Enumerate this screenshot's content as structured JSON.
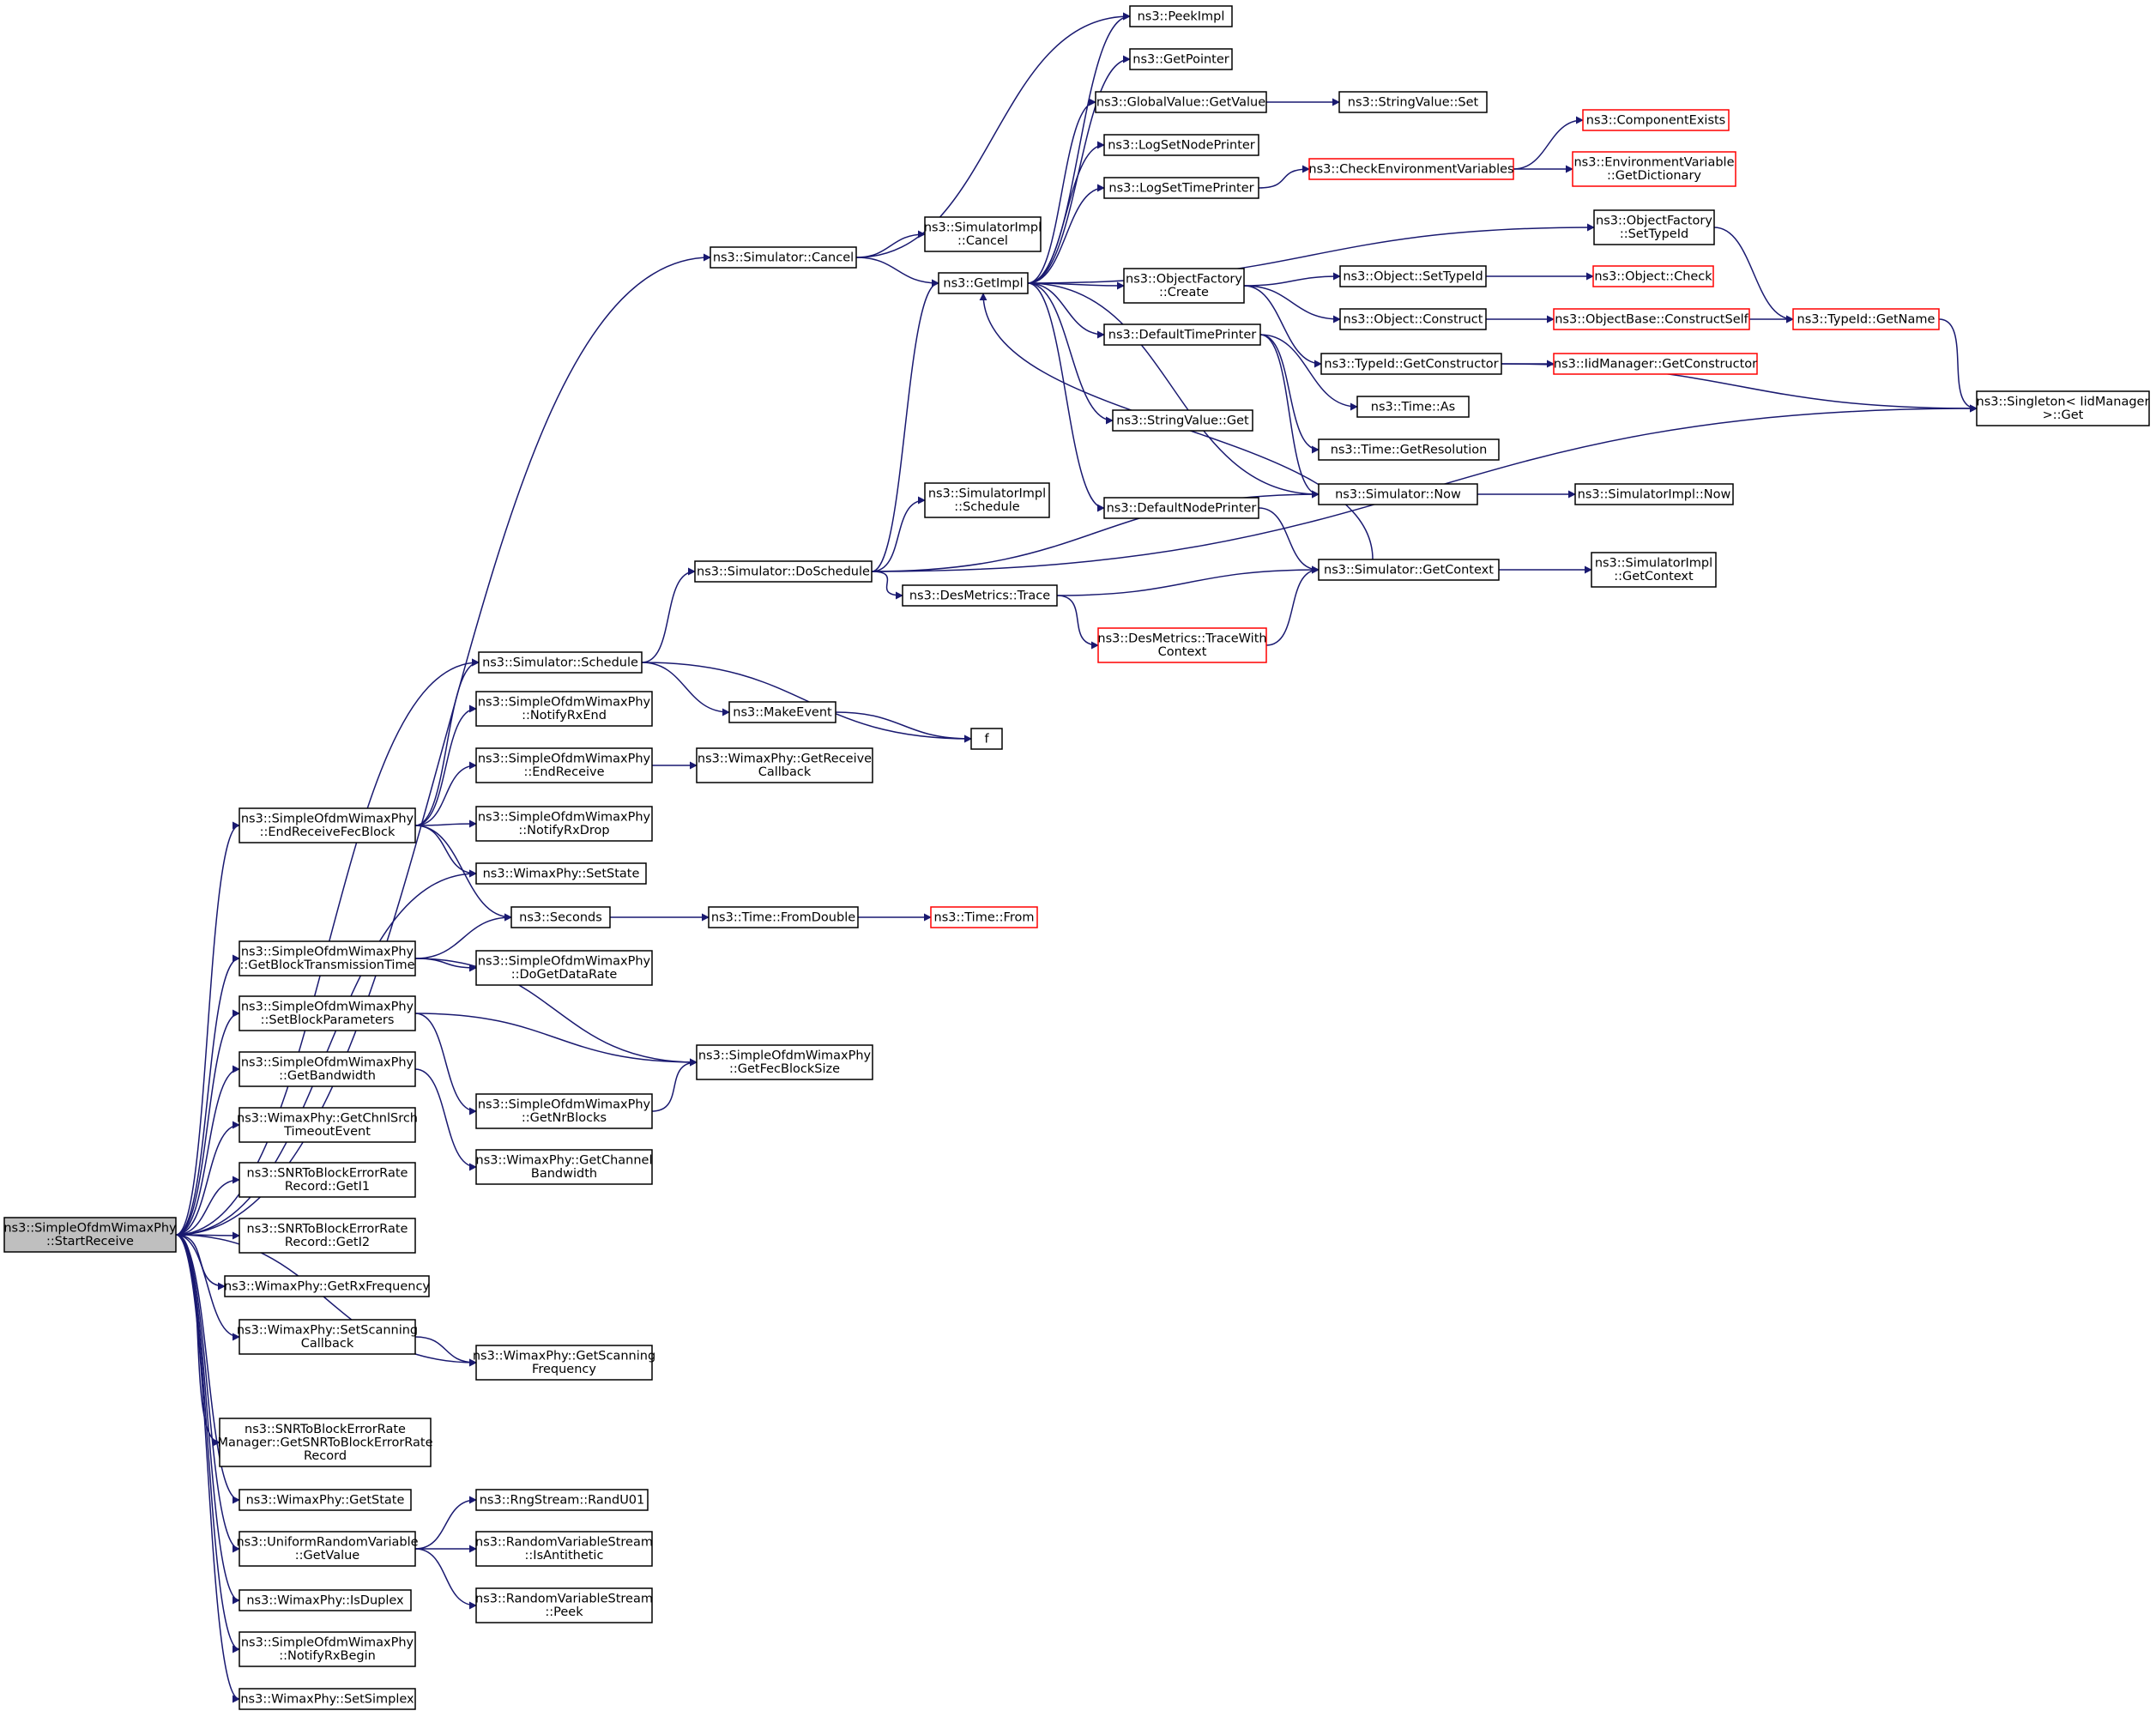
{
  "graph": {
    "title": "",
    "colors": {
      "edge": "#191970",
      "node_border": "#000000",
      "node_border_truncated": "#ff0000",
      "node_fill": "#ffffff",
      "root_fill": "#bfbfbf"
    },
    "nodes": [
      {
        "id": "start",
        "lines": [
          "ns3::SimpleOfdmWimaxPhy",
          "::StartReceive"
        ],
        "root": true
      },
      {
        "id": "cancel",
        "lines": [
          "ns3::Simulator::Cancel"
        ]
      },
      {
        "id": "getimpl",
        "lines": [
          "ns3::GetImpl"
        ]
      },
      {
        "id": "peekimpl",
        "lines": [
          "ns3::PeekImpl"
        ]
      },
      {
        "id": "getpointer",
        "lines": [
          "ns3::GetPointer"
        ]
      },
      {
        "id": "gv_getvalue",
        "lines": [
          "ns3::GlobalValue::GetValue"
        ]
      },
      {
        "id": "strval_set",
        "lines": [
          "ns3::StringValue::Set"
        ]
      },
      {
        "id": "logsetnode",
        "lines": [
          "ns3::LogSetNodePrinter"
        ]
      },
      {
        "id": "logsettime",
        "lines": [
          "ns3::LogSetTimePrinter"
        ]
      },
      {
        "id": "checkenv",
        "lines": [
          "ns3::CheckEnvironmentVariables"
        ],
        "red": true
      },
      {
        "id": "compexists",
        "lines": [
          "ns3::ComponentExists"
        ],
        "red": true
      },
      {
        "id": "envdict",
        "lines": [
          "ns3::EnvironmentVariable",
          "::GetDictionary"
        ],
        "red": true
      },
      {
        "id": "simimpl_cancel",
        "lines": [
          "ns3::SimulatorImpl",
          "::Cancel"
        ]
      },
      {
        "id": "of_settypeid",
        "lines": [
          "ns3::ObjectFactory",
          "::SetTypeId"
        ]
      },
      {
        "id": "of_create",
        "lines": [
          "ns3::ObjectFactory",
          "::Create"
        ]
      },
      {
        "id": "obj_settypeid",
        "lines": [
          "ns3::Object::SetTypeId"
        ]
      },
      {
        "id": "obj_check",
        "lines": [
          "ns3::Object::Check"
        ],
        "red": true
      },
      {
        "id": "obj_construct",
        "lines": [
          "ns3::Object::Construct"
        ]
      },
      {
        "id": "objbase_cs",
        "lines": [
          "ns3::ObjectBase::ConstructSelf"
        ],
        "red": true
      },
      {
        "id": "typeid_getname",
        "lines": [
          "ns3::TypeId::GetName"
        ],
        "red": true
      },
      {
        "id": "deftimeprinter",
        "lines": [
          "ns3::DefaultTimePrinter"
        ]
      },
      {
        "id": "typeid_getctor",
        "lines": [
          "ns3::TypeId::GetConstructor"
        ]
      },
      {
        "id": "iidmgr_getctor",
        "lines": [
          "ns3::IidManager::GetConstructor"
        ],
        "red": true
      },
      {
        "id": "singleton_get",
        "lines": [
          "ns3::Singleton< IidManager",
          ">::Get"
        ]
      },
      {
        "id": "time_as",
        "lines": [
          "ns3::Time::As"
        ]
      },
      {
        "id": "strval_get",
        "lines": [
          "ns3::StringValue::Get"
        ]
      },
      {
        "id": "time_getres",
        "lines": [
          "ns3::Time::GetResolution"
        ]
      },
      {
        "id": "sim_now",
        "lines": [
          "ns3::Simulator::Now"
        ]
      },
      {
        "id": "simimpl_now",
        "lines": [
          "ns3::SimulatorImpl::Now"
        ]
      },
      {
        "id": "simimpl_sched",
        "lines": [
          "ns3::SimulatorImpl",
          "::Schedule"
        ]
      },
      {
        "id": "defnodeprinter",
        "lines": [
          "ns3::DefaultNodePrinter"
        ]
      },
      {
        "id": "sim_dosched",
        "lines": [
          "ns3::Simulator::DoSchedule"
        ]
      },
      {
        "id": "desm_trace",
        "lines": [
          "ns3::DesMetrics::Trace"
        ]
      },
      {
        "id": "sim_getctx",
        "lines": [
          "ns3::Simulator::GetContext"
        ]
      },
      {
        "id": "simimpl_getctx",
        "lines": [
          "ns3::SimulatorImpl",
          "::GetContext"
        ]
      },
      {
        "id": "desm_tracectx",
        "lines": [
          "ns3::DesMetrics::TraceWith",
          "Context"
        ],
        "red": true
      },
      {
        "id": "sim_sched",
        "lines": [
          "ns3::Simulator::Schedule"
        ]
      },
      {
        "id": "notifyrxend",
        "lines": [
          "ns3::SimpleOfdmWimaxPhy",
          "::NotifyRxEnd"
        ]
      },
      {
        "id": "makeevent",
        "lines": [
          "ns3::MakeEvent"
        ]
      },
      {
        "id": "f",
        "lines": [
          "f"
        ]
      },
      {
        "id": "endreceive",
        "lines": [
          "ns3::SimpleOfdmWimaxPhy",
          "::EndReceive"
        ]
      },
      {
        "id": "getrecvcb",
        "lines": [
          "ns3::WimaxPhy::GetReceive",
          "Callback"
        ]
      },
      {
        "id": "endrecvfec",
        "lines": [
          "ns3::SimpleOfdmWimaxPhy",
          "::EndReceiveFecBlock"
        ]
      },
      {
        "id": "notifyrxdrop",
        "lines": [
          "ns3::SimpleOfdmWimaxPhy",
          "::NotifyRxDrop"
        ]
      },
      {
        "id": "setstate",
        "lines": [
          "ns3::WimaxPhy::SetState"
        ]
      },
      {
        "id": "seconds",
        "lines": [
          "ns3::Seconds"
        ]
      },
      {
        "id": "fromdouble",
        "lines": [
          "ns3::Time::FromDouble"
        ]
      },
      {
        "id": "time_from",
        "lines": [
          "ns3::Time::From"
        ],
        "red": true
      },
      {
        "id": "getblocktx",
        "lines": [
          "ns3::SimpleOfdmWimaxPhy",
          "::GetBlockTransmissionTime"
        ]
      },
      {
        "id": "dogetdatarate",
        "lines": [
          "ns3::SimpleOfdmWimaxPhy",
          "::DoGetDataRate"
        ]
      },
      {
        "id": "setblockparams",
        "lines": [
          "ns3::SimpleOfdmWimaxPhy",
          "::SetBlockParameters"
        ]
      },
      {
        "id": "getfecblocksize",
        "lines": [
          "ns3::SimpleOfdmWimaxPhy",
          "::GetFecBlockSize"
        ]
      },
      {
        "id": "getbandwidth",
        "lines": [
          "ns3::SimpleOfdmWimaxPhy",
          "::GetBandwidth"
        ]
      },
      {
        "id": "getnrblocks",
        "lines": [
          "ns3::SimpleOfdmWimaxPhy",
          "::GetNrBlocks"
        ]
      },
      {
        "id": "getchnlsrch",
        "lines": [
          "ns3::WimaxPhy::GetChnlSrch",
          "TimeoutEvent"
        ]
      },
      {
        "id": "getchanbw",
        "lines": [
          "ns3::WimaxPhy::GetChannel",
          "Bandwidth"
        ]
      },
      {
        "id": "geti1",
        "lines": [
          "ns3::SNRToBlockErrorRate",
          "Record::GetI1"
        ]
      },
      {
        "id": "geti2",
        "lines": [
          "ns3::SNRToBlockErrorRate",
          "Record::GetI2"
        ]
      },
      {
        "id": "getrxfreq",
        "lines": [
          "ns3::WimaxPhy::GetRxFrequency"
        ]
      },
      {
        "id": "setscancb",
        "lines": [
          "ns3::WimaxPhy::SetScanning",
          "Callback"
        ]
      },
      {
        "id": "getscanfreq",
        "lines": [
          "ns3::WimaxPhy::GetScanning",
          "Frequency"
        ]
      },
      {
        "id": "getsnrrecord",
        "lines": [
          "ns3::SNRToBlockErrorRate",
          "Manager::GetSNRToBlockErrorRate",
          "Record"
        ]
      },
      {
        "id": "getstate",
        "lines": [
          "ns3::WimaxPhy::GetState"
        ]
      },
      {
        "id": "randu01",
        "lines": [
          "ns3::RngStream::RandU01"
        ]
      },
      {
        "id": "urv_getvalue",
        "lines": [
          "ns3::UniformRandomVariable",
          "::GetValue"
        ]
      },
      {
        "id": "isantithetic",
        "lines": [
          "ns3::RandomVariableStream",
          "::IsAntithetic"
        ]
      },
      {
        "id": "peek",
        "lines": [
          "ns3::RandomVariableStream",
          "::Peek"
        ]
      },
      {
        "id": "isduplex",
        "lines": [
          "ns3::WimaxPhy::IsDuplex"
        ]
      },
      {
        "id": "notifyrxbegin",
        "lines": [
          "ns3::SimpleOfdmWimaxPhy",
          "::NotifyRxBegin"
        ]
      },
      {
        "id": "setsimplex",
        "lines": [
          "ns3::WimaxPhy::SetSimplex"
        ]
      }
    ],
    "edges": [
      [
        "start",
        "cancel"
      ],
      [
        "start",
        "sim_sched"
      ],
      [
        "start",
        "endrecvfec"
      ],
      [
        "start",
        "setstate"
      ],
      [
        "start",
        "getblocktx"
      ],
      [
        "start",
        "setblockparams"
      ],
      [
        "start",
        "getbandwidth"
      ],
      [
        "start",
        "getchnlsrch"
      ],
      [
        "start",
        "geti1"
      ],
      [
        "start",
        "geti2"
      ],
      [
        "start",
        "getrxfreq"
      ],
      [
        "start",
        "setscancb"
      ],
      [
        "start",
        "getscanfreq"
      ],
      [
        "start",
        "getsnrrecord"
      ],
      [
        "start",
        "getstate"
      ],
      [
        "start",
        "urv_getvalue"
      ],
      [
        "start",
        "isduplex"
      ],
      [
        "start",
        "notifyrxbegin"
      ],
      [
        "start",
        "setsimplex"
      ],
      [
        "cancel",
        "simimpl_cancel"
      ],
      [
        "cancel",
        "getimpl"
      ],
      [
        "cancel",
        "peekimpl"
      ],
      [
        "getimpl",
        "peekimpl"
      ],
      [
        "getimpl",
        "getpointer"
      ],
      [
        "getimpl",
        "gv_getvalue"
      ],
      [
        "getimpl",
        "logsetnode"
      ],
      [
        "getimpl",
        "logsettime"
      ],
      [
        "getimpl",
        "of_settypeid"
      ],
      [
        "getimpl",
        "of_create"
      ],
      [
        "getimpl",
        "deftimeprinter"
      ],
      [
        "getimpl",
        "strval_get"
      ],
      [
        "getimpl",
        "defnodeprinter"
      ],
      [
        "getimpl",
        "sim_now"
      ],
      [
        "gv_getvalue",
        "strval_set"
      ],
      [
        "logsettime",
        "checkenv"
      ],
      [
        "checkenv",
        "compexists"
      ],
      [
        "checkenv",
        "envdict"
      ],
      [
        "of_settypeid",
        "typeid_getname"
      ],
      [
        "of_create",
        "obj_settypeid"
      ],
      [
        "of_create",
        "obj_construct"
      ],
      [
        "of_create",
        "typeid_getctor"
      ],
      [
        "obj_settypeid",
        "obj_check"
      ],
      [
        "obj_construct",
        "objbase_cs"
      ],
      [
        "objbase_cs",
        "typeid_getname"
      ],
      [
        "typeid_getname",
        "singleton_get"
      ],
      [
        "typeid_getctor",
        "iidmgr_getctor"
      ],
      [
        "typeid_getctor",
        "singleton_get"
      ],
      [
        "deftimeprinter",
        "time_as"
      ],
      [
        "deftimeprinter",
        "time_getres"
      ],
      [
        "deftimeprinter",
        "sim_now"
      ],
      [
        "sim_now",
        "simimpl_now"
      ],
      [
        "defnodeprinter",
        "sim_getctx"
      ],
      [
        "sim_getctx",
        "simimpl_getctx"
      ],
      [
        "sim_getctx",
        "getimpl"
      ],
      [
        "sim_dosched",
        "getimpl"
      ],
      [
        "sim_dosched",
        "simimpl_sched"
      ],
      [
        "sim_dosched",
        "sim_now"
      ],
      [
        "sim_dosched",
        "desm_trace"
      ],
      [
        "sim_dosched",
        "singleton_get"
      ],
      [
        "desm_trace",
        "sim_getctx"
      ],
      [
        "desm_trace",
        "desm_tracectx"
      ],
      [
        "desm_tracectx",
        "sim_getctx"
      ],
      [
        "sim_sched",
        "sim_dosched"
      ],
      [
        "sim_sched",
        "makeevent"
      ],
      [
        "sim_sched",
        "f"
      ],
      [
        "makeevent",
        "f"
      ],
      [
        "endrecvfec",
        "sim_sched"
      ],
      [
        "endrecvfec",
        "notifyrxend"
      ],
      [
        "endrecvfec",
        "endreceive"
      ],
      [
        "endrecvfec",
        "notifyrxdrop"
      ],
      [
        "endrecvfec",
        "setstate"
      ],
      [
        "endrecvfec",
        "seconds"
      ],
      [
        "endreceive",
        "getrecvcb"
      ],
      [
        "seconds",
        "fromdouble"
      ],
      [
        "fromdouble",
        "time_from"
      ],
      [
        "getblocktx",
        "seconds"
      ],
      [
        "getblocktx",
        "dogetdatarate"
      ],
      [
        "getblocktx",
        "getfecblocksize"
      ],
      [
        "setblockparams",
        "getfecblocksize"
      ],
      [
        "setblockparams",
        "getnrblocks"
      ],
      [
        "getnrblocks",
        "getfecblocksize"
      ],
      [
        "getbandwidth",
        "getchanbw"
      ],
      [
        "setscancb",
        "getscanfreq"
      ],
      [
        "urv_getvalue",
        "randu01"
      ],
      [
        "urv_getvalue",
        "isantithetic"
      ],
      [
        "urv_getvalue",
        "peek"
      ]
    ]
  }
}
